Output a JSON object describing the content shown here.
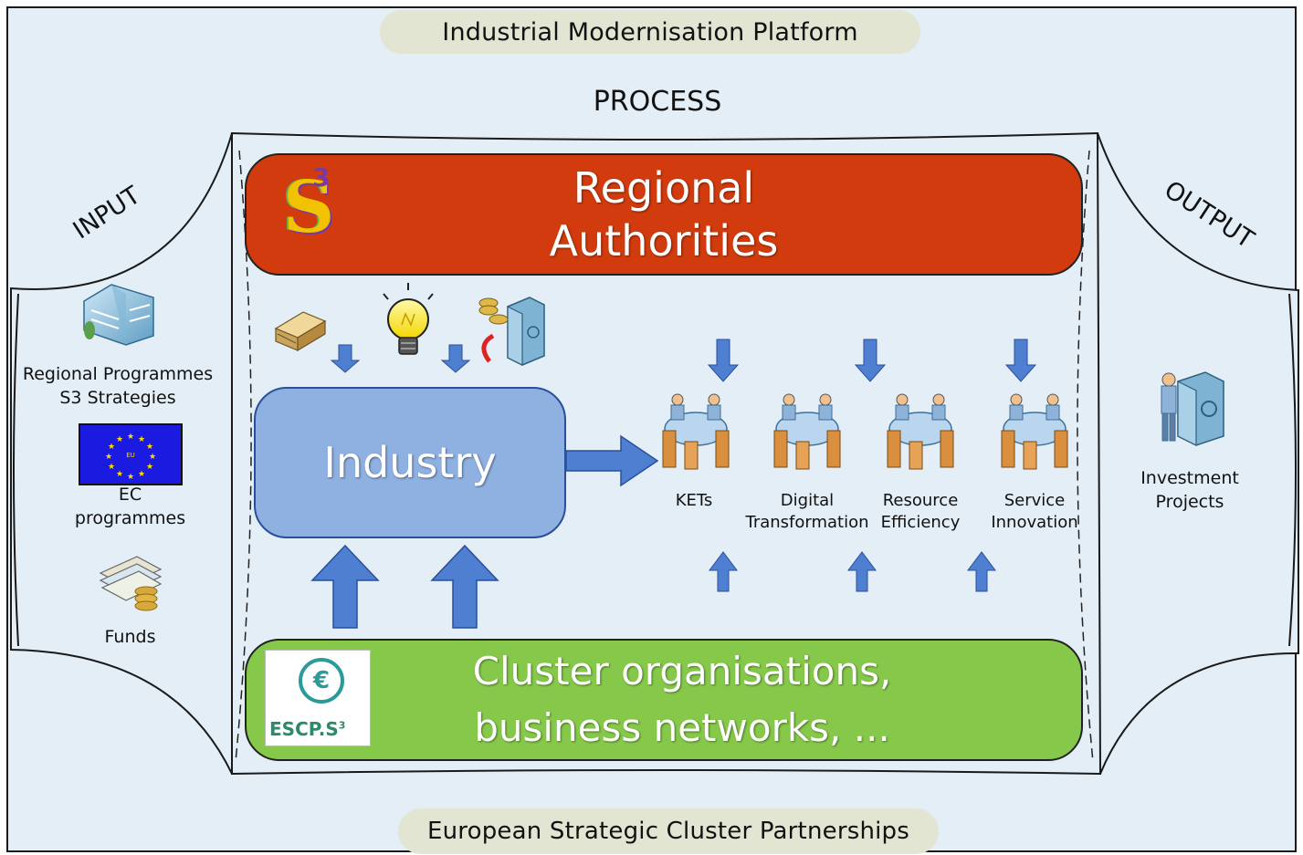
{
  "platform_label": "Industrial Modernisation Platform",
  "partnership_label": "European Strategic Cluster Partnerships",
  "process_label": "PROCESS",
  "input_label": "INPUT",
  "output_label": "OUTPUT",
  "regional_authorities": {
    "line1": "Regional",
    "line2": "Authorities",
    "logo_number": "3"
  },
  "industry_label": "Industry",
  "cluster": {
    "line1": "Cluster organisations,",
    "line2": "business networks, ...",
    "logo_text": "ESCP.S",
    "logo_superscript": "3"
  },
  "inputs": [
    {
      "line1": "Regional Programmes",
      "line2": "S3 Strategies",
      "icon": "building-icon"
    },
    {
      "line1": "EC",
      "line2": "programmes",
      "icon": "eu-flag-icon",
      "flag_text": "EU"
    },
    {
      "line1": "Funds",
      "line2": "",
      "icon": "funds-icon"
    }
  ],
  "domains": [
    {
      "line1": "KETs",
      "line2": ""
    },
    {
      "line1": "Digital",
      "line2": "Transformation"
    },
    {
      "line1": "Resource",
      "line2": "Efficiency"
    },
    {
      "line1": "Service",
      "line2": "Innovation"
    }
  ],
  "output": {
    "line1": "Investment",
    "line2": "Projects",
    "icon": "investor-vault-icon"
  },
  "colors": {
    "background": "#e3eef7",
    "regional_red": "#d13b0d",
    "industry_blue": "#8eb1e2",
    "cluster_green": "#86c94a",
    "arrow_blue": "#4f7fd1",
    "pill": "#e3e5d3"
  }
}
